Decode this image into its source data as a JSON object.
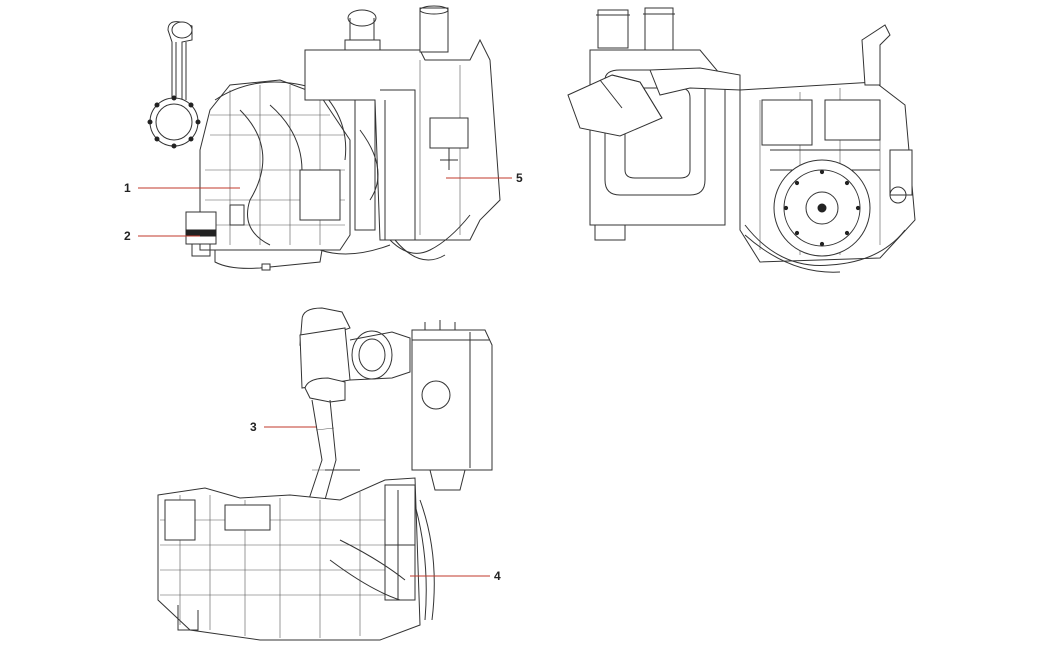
{
  "callouts": [
    {
      "id": "1",
      "label": "1"
    },
    {
      "id": "2",
      "label": "2"
    },
    {
      "id": "3",
      "label": "3"
    },
    {
      "id": "4",
      "label": "4"
    },
    {
      "id": "5",
      "label": "5"
    }
  ],
  "colors": {
    "line": "#333333",
    "leader": "#c0392b",
    "background": "#ffffff"
  }
}
